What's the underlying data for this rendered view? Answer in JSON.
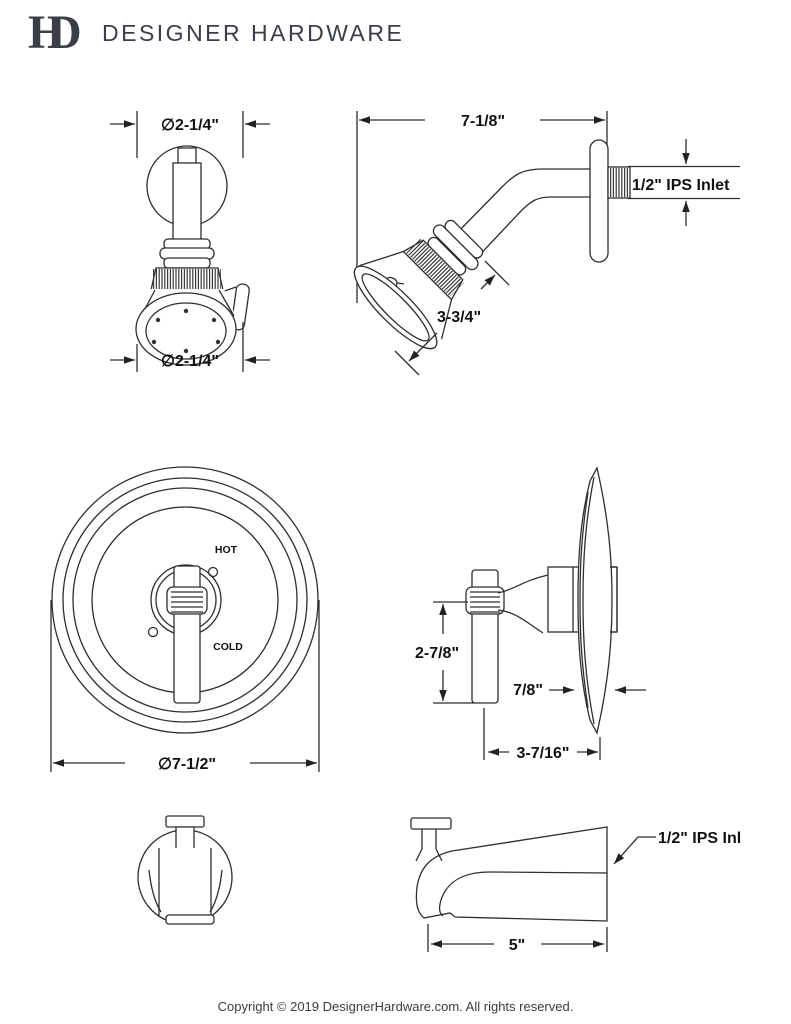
{
  "header": {
    "logo": {
      "letter_h": "H",
      "letter_d": "D"
    },
    "brand": "DESIGNER HARDWARE"
  },
  "diagram": {
    "showerhead_front": {
      "dim_top": "∅2-1/4\"",
      "dim_bottom": "∅2-1/4\""
    },
    "showerhead_side": {
      "dim_width": "7-1/8\"",
      "inlet_label": "1/2\" IPS Inlet",
      "dim_head_length": "3-3/4\""
    },
    "valve_front": {
      "hot_label": "HOT",
      "cold_label": "COLD",
      "dim_diameter": "∅7-1/2\""
    },
    "valve_side": {
      "dim_handle_length": "2-7/8\"",
      "dim_plate_depth": "7/8\"",
      "dim_total_depth": "3-7/16\""
    },
    "tub_spout": {
      "inlet_label": "1/2\" IPS Inl",
      "dim_length": "5\""
    }
  },
  "footer": {
    "copyright": "Copyright © 2019 DesignerHardware.com. All rights reserved."
  }
}
